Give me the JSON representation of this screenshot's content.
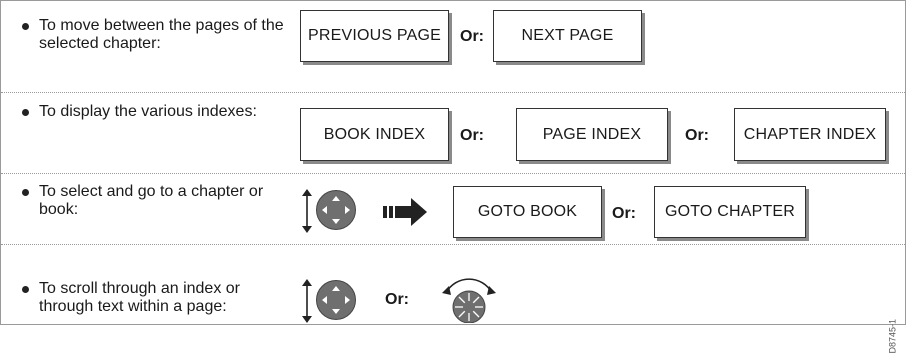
{
  "rows": [
    {
      "text": "To move between the pages of the selected chapter:"
    },
    {
      "text": "To display the various indexes:"
    },
    {
      "text": "To select and go to a chapter or book:"
    },
    {
      "text": "To scroll through an index or through text within a page:"
    }
  ],
  "or_label": "Or:",
  "buttons": {
    "previous_page": "PREVIOUS PAGE",
    "next_page": "NEXT PAGE",
    "book_index": "BOOK INDEX",
    "page_index": "PAGE INDEX",
    "chapter_index": "CHAPTER INDEX",
    "goto_book": "GOTO BOOK",
    "goto_chapter": "GOTO CHAPTER"
  },
  "icons": [
    "up-down-arrow-icon",
    "trackpad-icon",
    "arrow-right-icon",
    "rotary-knob-icon"
  ],
  "figure_code": "D8745-1"
}
